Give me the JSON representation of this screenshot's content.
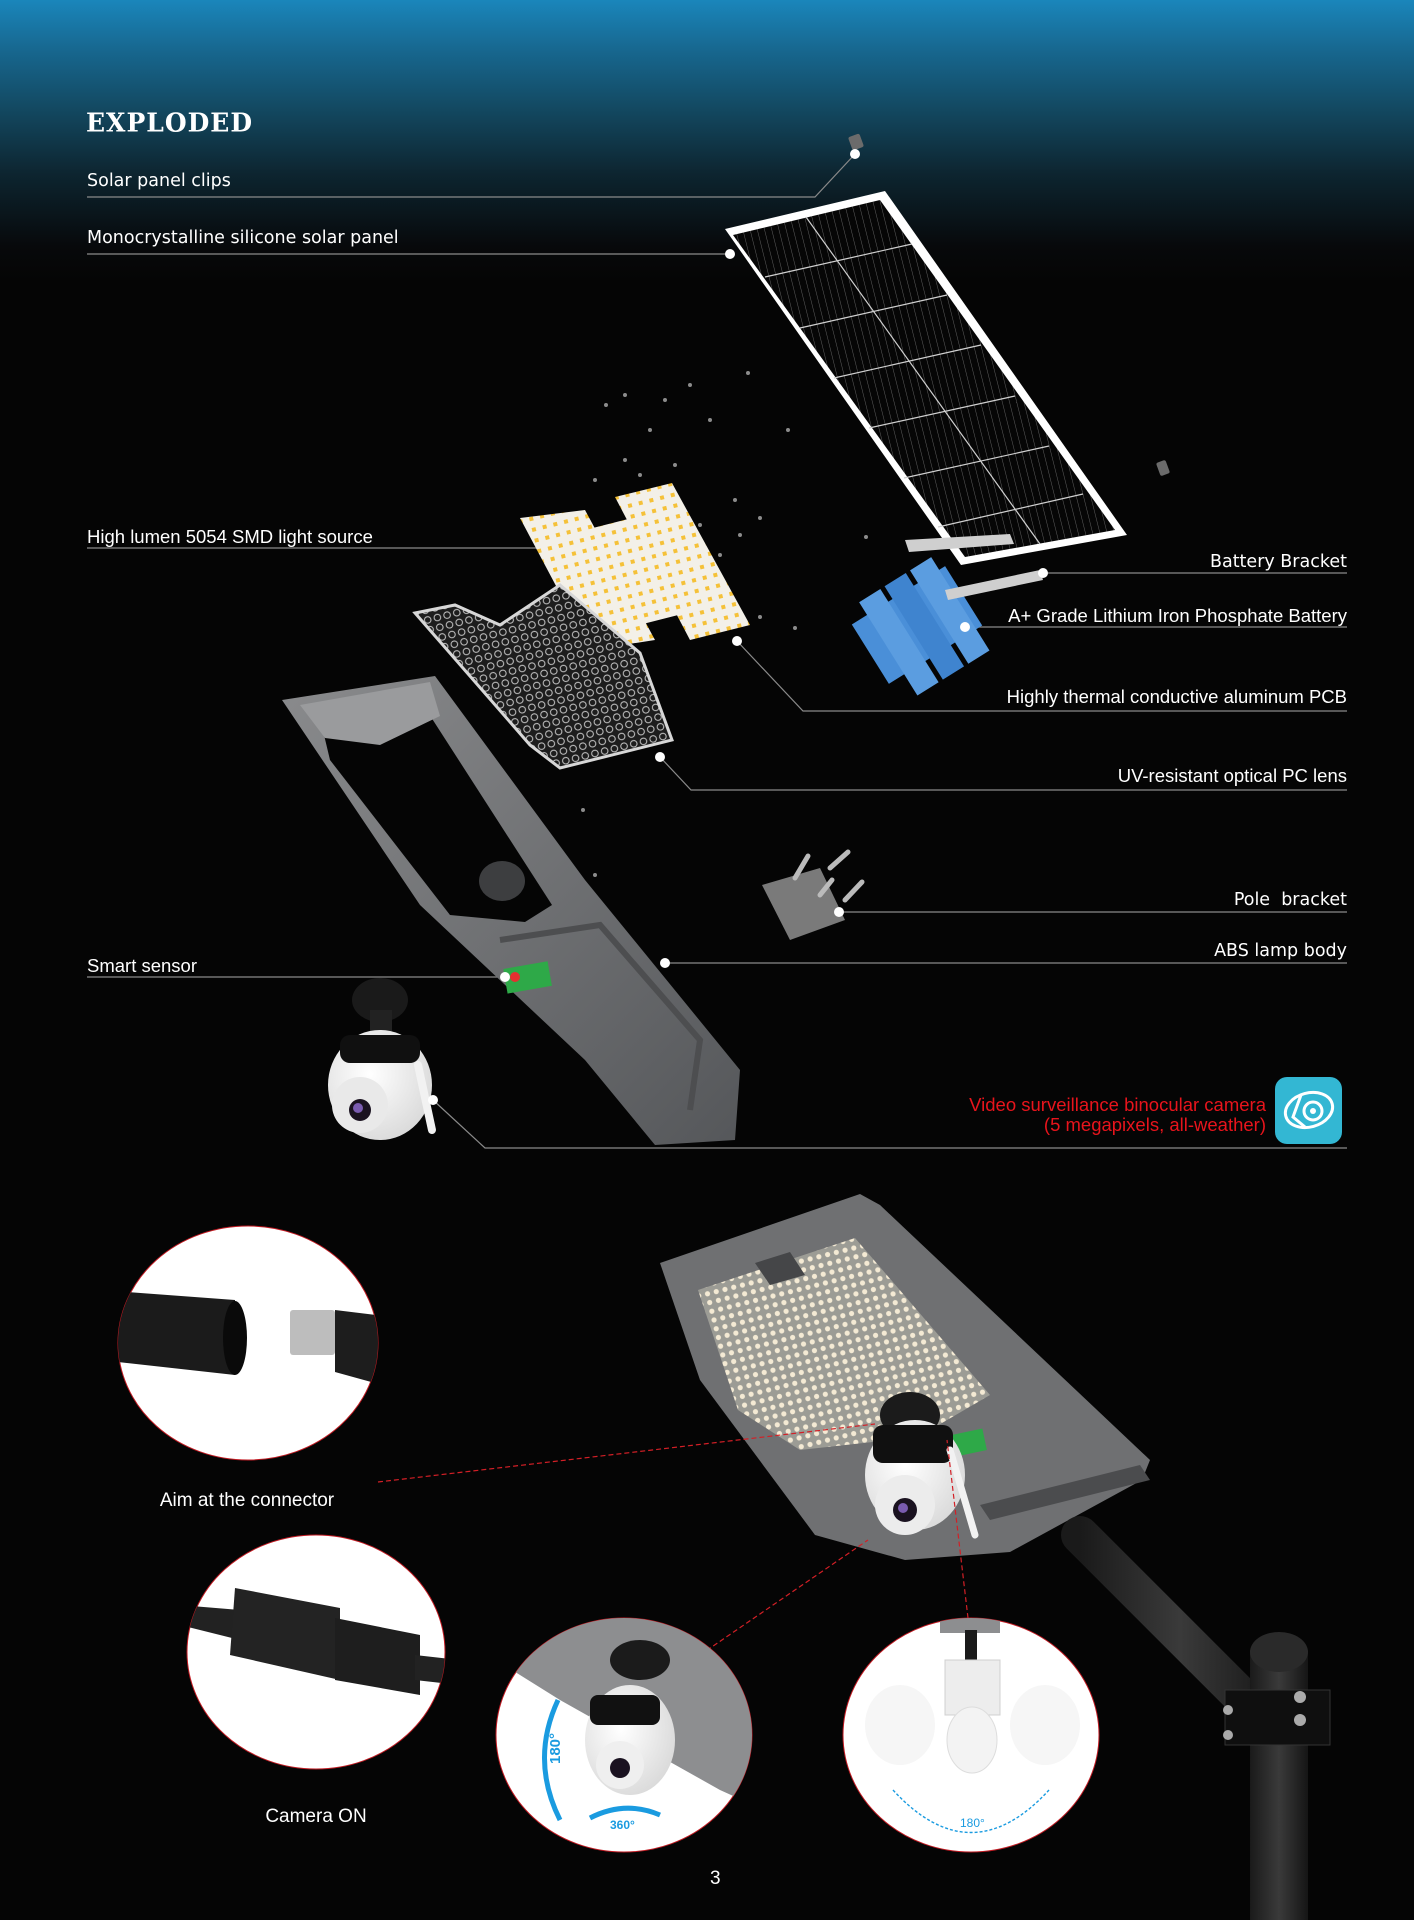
{
  "header": {
    "title": "EXPLODED"
  },
  "labels_left": [
    {
      "id": "solar-panel-clips",
      "text": "Solar panel clips"
    },
    {
      "id": "solar-panel",
      "text": "Monocrystalline silicone solar panel"
    },
    {
      "id": "light-source",
      "text": "High lumen 5054 SMD light source"
    },
    {
      "id": "smart-sensor",
      "text": "Smart sensor"
    }
  ],
  "labels_right": [
    {
      "id": "battery-bracket",
      "text": "Battery Bracket"
    },
    {
      "id": "battery",
      "text": "A+ Grade Lithium Iron Phosphate Battery"
    },
    {
      "id": "pcb",
      "text": "Highly thermal conductive aluminum PCB"
    },
    {
      "id": "pc-lens",
      "text": "UV-resistant optical PC lens"
    },
    {
      "id": "pole-bracket",
      "text": "Pole  bracket"
    },
    {
      "id": "lamp-body",
      "text": "ABS lamp body"
    }
  ],
  "camera_feature": {
    "line1": "Video surveillance binocular camera",
    "line2": "(5 megapixels, all-weather)",
    "color": "#e8141c",
    "icon": "camera-app-eye-icon",
    "icon_color": "#33b7d3"
  },
  "install_steps": [
    {
      "caption": "Aim at the connector"
    },
    {
      "caption": "Camera ON"
    }
  ],
  "rotation": {
    "tilt": "180°",
    "pan": "360°",
    "swing": "180°",
    "arrow_color": "#1a9be0"
  },
  "page_number": "3",
  "colors": {
    "background": "#050505",
    "header_top": "#1a86bb",
    "leader_line": "#8a8a8a",
    "battery": "#4a8fd8",
    "housing": "#6e6f71"
  }
}
